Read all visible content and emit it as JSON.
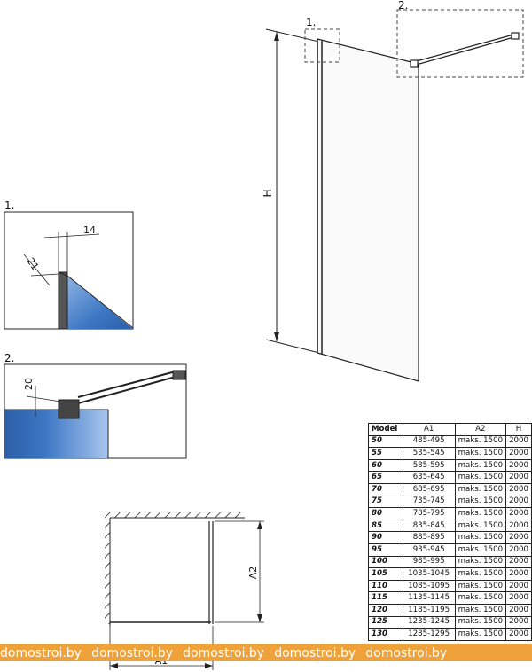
{
  "callouts": {
    "one": "1.",
    "two": "2."
  },
  "dims": {
    "height": "H",
    "d14": "14",
    "d21": "21",
    "d20": "20",
    "a2": "A2",
    "a1": "A1"
  },
  "table": {
    "headers": [
      "Model",
      "A1",
      "A2",
      "H"
    ],
    "rows": [
      [
        "50",
        "485-495",
        "maks. 1500",
        "2000"
      ],
      [
        "55",
        "535-545",
        "maks. 1500",
        "2000"
      ],
      [
        "60",
        "585-595",
        "maks. 1500",
        "2000"
      ],
      [
        "65",
        "635-645",
        "maks. 1500",
        "2000"
      ],
      [
        "70",
        "685-695",
        "maks. 1500",
        "2000"
      ],
      [
        "75",
        "735-745",
        "maks. 1500",
        "2000"
      ],
      [
        "80",
        "785-795",
        "maks. 1500",
        "2000"
      ],
      [
        "85",
        "835-845",
        "maks. 1500",
        "2000"
      ],
      [
        "90",
        "885-895",
        "maks. 1500",
        "2000"
      ],
      [
        "95",
        "935-945",
        "maks. 1500",
        "2000"
      ],
      [
        "100",
        "985-995",
        "maks. 1500",
        "2000"
      ],
      [
        "105",
        "1035-1045",
        "maks. 1500",
        "2000"
      ],
      [
        "110",
        "1085-1095",
        "maks. 1500",
        "2000"
      ],
      [
        "115",
        "1135-1145",
        "maks. 1500",
        "2000"
      ],
      [
        "120",
        "1185-1195",
        "maks. 1500",
        "2000"
      ],
      [
        "125",
        "1235-1245",
        "maks. 1500",
        "2000"
      ],
      [
        "130",
        "1285-1295",
        "maks. 1500",
        "2000"
      ]
    ]
  },
  "watermark": "domostroi.by",
  "colors": {
    "glass_blue": "#3d77c4",
    "frame": "#333333",
    "watermark_bg": "#f0a23a"
  }
}
